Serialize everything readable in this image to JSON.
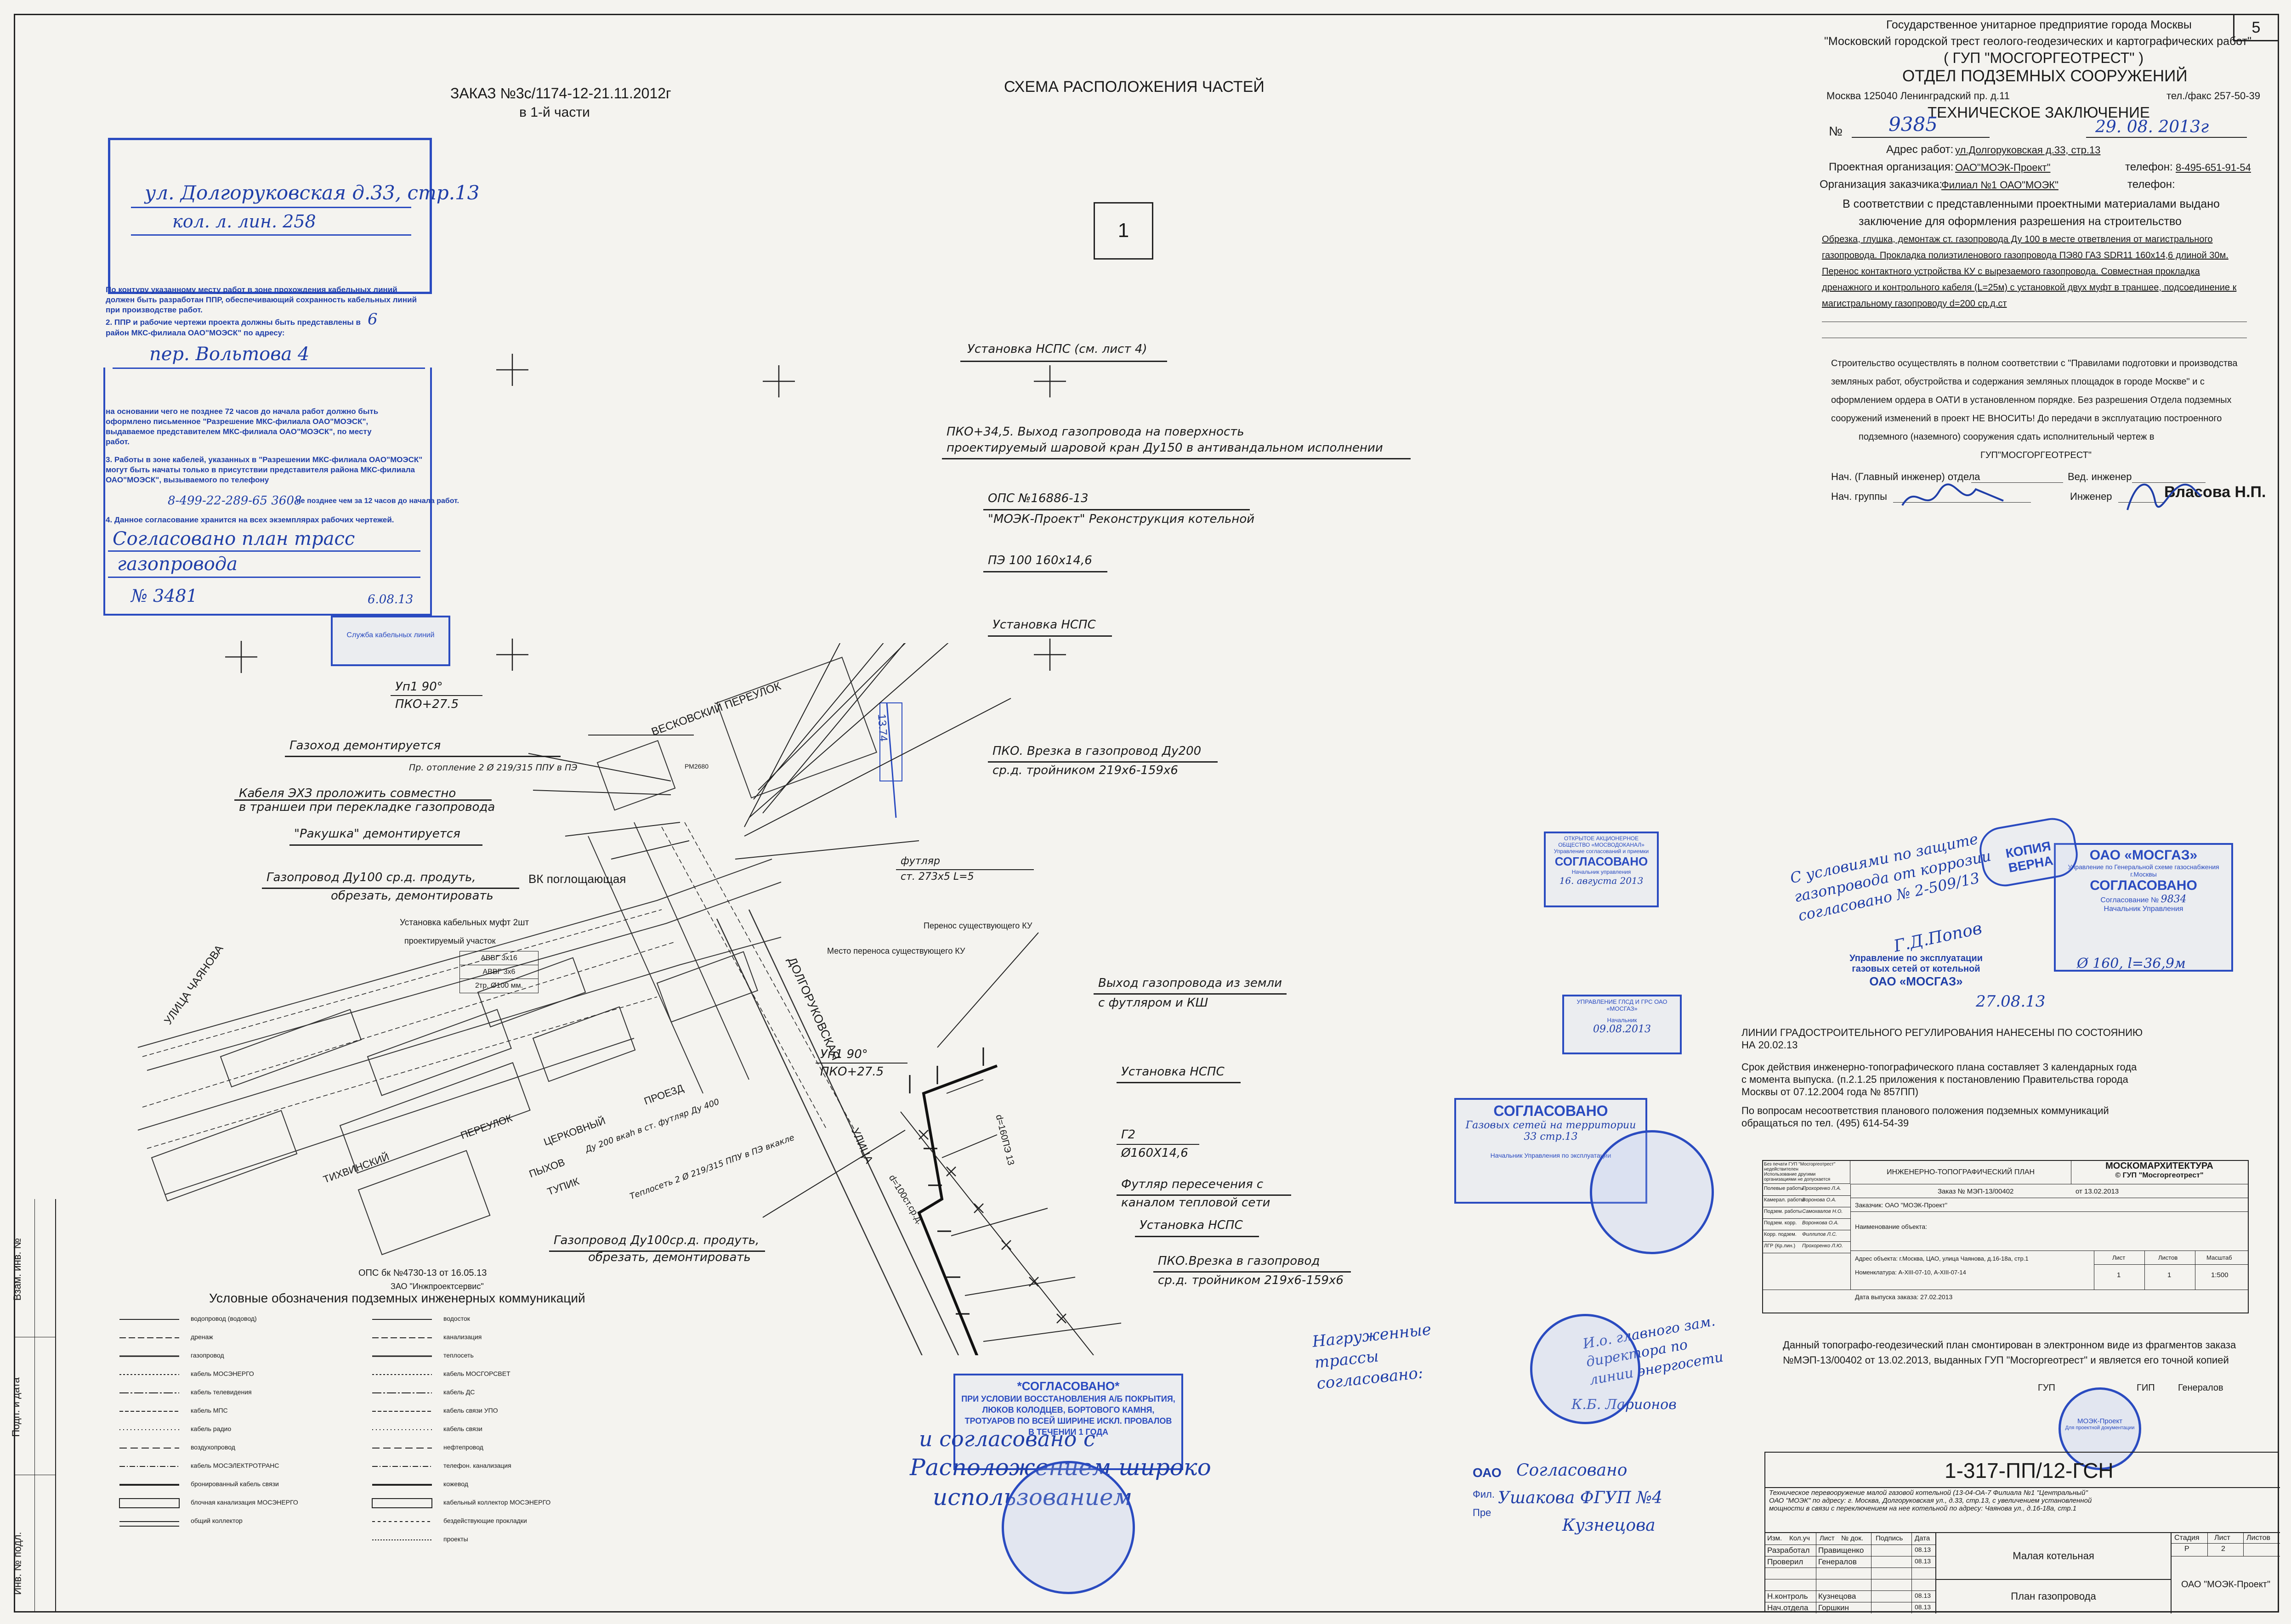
{
  "sheet_number": "5",
  "header_left": {
    "order": "ЗАКАЗ №3с/1174-12-21.11.2012г",
    "part": "в 1-й части"
  },
  "scheme_title": "СХЕМА РАСПОЛОЖЕНИЯ ЧАСТЕЙ",
  "part_box": "1",
  "org": {
    "line1": "Государственное унитарное предприятие города Москвы",
    "line2": "\"Московский городской трест геолого-геодезических и картографических работ\"",
    "line3": "( ГУП \"МОСГОРГЕОТРЕСТ\" )",
    "dept": "ОТДЕЛ ПОДЗЕМНЫХ СООРУЖЕНИЙ",
    "address": "Москва 125040 Ленинградский пр. д.11",
    "phone": "тел./факс 257-50-39",
    "conclusion": "ТЕХНИЧЕСКОЕ ЗАКЛЮЧЕНИЕ",
    "num_label": "№",
    "num_value": "9385",
    "date_value": "29. 08. 2013г",
    "work_addr_label": "Адрес работ:",
    "work_addr": "ул.Долгоруковская д.33, стр.13",
    "design_org_label": "Проектная организация:",
    "design_org": "ОАО\"МОЭК-Проект\"",
    "phone_label": "телефон:",
    "phone_value": "8-495-651-91-54",
    "customer_label": "Организация заказчика:",
    "customer": "Филиал №1 ОАО\"МОЭК\"",
    "phone_label2": "телефон:",
    "intro1": "В соответствии с представленными проектными материалами выдано",
    "intro2": "заключение для оформления разрешения на строительство",
    "body_lines": [
      "Обрезка, глушка, демонтаж ст. газопровода Ду 100 в месте ответвления от магистрального",
      "газопровода. Прокладка полиэтиленового газопровода ПЭ80 ГАЗ SDR11 160х14,6 длиной 30м.",
      "Перенос контактного устройства КУ с вырезаемого газопровода. Совместная прокладка",
      "дренажного и контрольного кабеля (L=25м) с установкой двух муфт в траншее, подсоединение к",
      "магистральному газопроводу d=200 ср.д.ст"
    ],
    "rules_lines": [
      "Строительство осуществлять в полном соответствии с \"Правилами подготовки и производства",
      "земляных работ, обустройства и содержания земляных площадок в городе Москве\" и с",
      "оформлением ордера в ОАТИ в установленном порядке. Без разрешения Отдела подземных",
      "сооружений изменений в проект НЕ ВНОСИТЬ! До передачи в эксплуатацию построенного",
      "подземного (наземного) сооружения сдать исполнительный чертеж в",
      "ГУП\"МОСГОРГЕОТРЕСТ\""
    ],
    "chief_label": "Нач. (Главный инженер) отдела",
    "lead_eng_label": "Вед. инженер",
    "group_label": "Нач. группы",
    "engineer_label": "Инженер",
    "engineer_name": "Власова Н.П."
  },
  "left_stamp": {
    "hw1": "ул. Долгоруковская д.33, стр.13",
    "hw2": "кол. л. лин. 258",
    "p1": "По контуру указанному месту работ в зоне прохождения кабельных линий должен быть разработан ППР, обеспечивающий сохранность кабельных линий при производстве работ.",
    "p2": "2. ППР и рабочие чертежи проекта должны быть представлены в",
    "p2_hw": "6",
    "p2_end": "район МКС-филиала ОАО\"МОЭСК\" по адресу:",
    "p2_addr_hw": "пер. Вольтова 4",
    "p3": "на основании чего не позднее 72 часов до начала работ должно быть оформлено письменное \"Разрешение МКС-филиала ОАО\"МОЭСК\", выдаваемое представителем МКС-филиала ОАО\"МОЭСК\", по месту работ.",
    "p4": "3. Работы в зоне кабелей, указанных в \"Разрешении МКС-филиала ОАО\"МОЭСК\" могут быть начаты только в присутствии представителя района МКС-филиала ОАО\"МОЭСК\", вызываемого по телефону",
    "p4_hw": "8-499-22-289-65 3608",
    "p4_end": "не позднее чем за 12 часов до начала работ.",
    "p5": "4. Данное согласование хранится на всех экземплярах рабочих чертежей.",
    "hw3": "Согласовано план трасс",
    "hw4": "газопровода",
    "hw5": "№ 3481",
    "small_stamp": "Служба кабельных линий",
    "sig_date": "6.08.13"
  },
  "map_labels": {
    "l1": "Установка НСПС (см. лист 4)",
    "l2a": "ПКО+34,5. Выход газопровода на поверхность",
    "l2b": "проектируемый шаровой кран Ду150 в антивандальном исполнении",
    "l3a": "ОПС №16886-13",
    "l3b": "\"МОЭК-Проект\" Реконструкция котельной",
    "l4": "ПЭ 100 160х14,6",
    "l5": "Установка НСПС",
    "l6a": "Уп1 90°",
    "l6b": "ПКО+27.5",
    "l7": "Газоход демонтируется",
    "l7b": "Пр. отопление 2 Ø 219/315 ППУ в ПЭ",
    "l8a": "Кабеля ЭХЗ проложить совместно",
    "l8b": "в траншеи при перекладке газопровода",
    "l9": "\"Ракушка\" демонтируется",
    "l10a": "Газопровод Ду100 ср.д. продуть,",
    "l10b": "обрезать, демонтировать",
    "l11": "ВК поглощающая",
    "l12a": "ПКО. Врезка в газопровод Ду200",
    "l12b": "ср.д. тройником 219х6-159х6",
    "l13a": "футляр",
    "l13b": "ст. 273х5 L=5",
    "l14": "Перенос существующего КУ",
    "l15": "Место переноса существующего КУ",
    "l16": "Установка кабельных муфт 2шт",
    "l17": "проектируемый участок",
    "l17a": "АВВГ 3х16",
    "l17b": "АВВГ 3х6",
    "l17c": "2тр. Ø100 мм.",
    "l18a": "Выход газопровода из земли",
    "l18b": "с футляром и КШ",
    "l19": "Установка НСПС",
    "l20a": "Уп1 90°",
    "l20b": "ПКО+27.5",
    "l21a": "Г2",
    "l21b": "Ø160Х14,6",
    "l22a": "Футляр пересечения с",
    "l22b": "каналом тепловой сети",
    "l23": "Установка НСПС",
    "l24a": "ПКО.Врезка в газопровод",
    "l24b": "ср.д. тройником 219х6-159х6",
    "l25a": "Газопровод Ду100ср.д. продуть,",
    "l25b": "обрезать, демонтировать",
    "street1": "ВЕСКОВСКИЙ ПЕРЕУЛОК",
    "street2": "ДОЛГОРУКОВСКАЯ",
    "street3": "УЛИЦА",
    "street4": "УЛИЦА ЧАЯНОВА",
    "street5": "ТИХВИНСКИЙ",
    "street6": "ПЕРЕУЛОК",
    "street7": "ПЫХОВ",
    "street8": "ТУПИК",
    "street9": "ЦЕРКОВНЫЙ",
    "street10": "ПРОЕЗД",
    "dim": "13.74",
    "pipe1": "d=160ПЭ 13",
    "pipe2": "d=100ст.ср.д.",
    "ops": "ОПС бк №4730-13 от 16.05.13",
    "ops2": "ЗАО \"Инжпроектсервис\"",
    "lab_rm": "РМ2680",
    "lab_b1": "Ду 200 вкаh в ст. футляр Ду 400",
    "lab_b2": "Теплосеть 2 Ø 219/315 ППУ в ПЭ вкакле"
  },
  "legend": {
    "title": "Условные обозначения подземных инженерных коммуникаций",
    "left": [
      "водопровод (водовод)",
      "дренаж",
      "газопровод",
      "кабель МОСЭНЕРГО",
      "кабель телевидения",
      "кабель МПС",
      "кабель радио",
      "воздухопровод",
      "кабель МОСЭЛЕКТРОТРАНС",
      "бронированный кабель связи",
      "блочная канализация МОСЭНЕРГО",
      "общий коллектор"
    ],
    "right": [
      "водосток",
      "канализация",
      "теплосеть",
      "кабель МОСГОРСВЕТ",
      "кабель ДС",
      "кабель связи УПО",
      "кабель связи",
      "нефтепровод",
      "телефон. канализация",
      "кожевод",
      "кабельный коллектор МОСЭНЕРГО",
      "бездействующие прокладки",
      "проекты"
    ]
  },
  "mid_right": {
    "l1": "ЛИНИИ ГРАДОСТРОИТЕЛЬНОГО РЕГУЛИРОВАНИЯ НАНЕСЕНЫ ПО СОСТОЯНИЮ",
    "l2": "НА  20.02.13",
    "l3": "Срок действия инженерно-топографического плана составляет 3 календарных года",
    "l4": "с момента выпуска. (п.2.1.25 приложения к постановлению Правительства города",
    "l5": "Москвы от 07.12.2004 года № 857ПП)",
    "l6": "По вопросам несоответствия планового положения подземных коммуникаций",
    "l7": "обращаться по тел. (495) 614-54-39"
  },
  "topo_table": {
    "c1": "Без печати ГУП \"Мосгоргеотрест\" недействителен",
    "c1b": "Использование другими организациями не допускается",
    "c2": "ИНЖЕНЕРНО-ТОПОГРАФИЧЕСКИЙ ПЛАН",
    "c3": "МОСКОМАРХИТЕКТУРА",
    "c3b": "© ГУП \"Мосгоргеотрест\"",
    "order": "Заказ № МЭП-13/00402",
    "order_date": "от  13.02.2013",
    "customer": "Заказчик: ОАО \"МОЭК-Проект\"",
    "object": "Наименование объекта:",
    "address": "Адрес объекта: г.Москва, ЦАО, улица Чаянова, д.16-18а, стр.1",
    "nomen": "Номенклатура: А-XIII-07-10, А-XIII-07-14",
    "issue": "Дата выпуска заказа: 27.02.2013",
    "sheet_h": "Лист",
    "sheets_h": "Листов",
    "scale_h": "Масштаб",
    "sheet": "1",
    "sheets": "1",
    "scale": "1:500",
    "roles": [
      [
        "Полевые работы",
        "Прохоренко Л.А."
      ],
      [
        "Камерал. работы",
        "Воронова О.А."
      ],
      [
        "Подзем. работы",
        "Самохвалов Н.О."
      ],
      [
        "Подзем. корр.",
        "Воронкова О.А."
      ],
      [
        "Корр. подзем.",
        "Филлипов Л.С."
      ],
      [
        "ЛГР (Кр.лин.)",
        "Прохоренко Л.Ю."
      ]
    ]
  },
  "bottom_note": {
    "l1": "Данный топографо-геодезический план смонтирован в электронном виде из фрагментов заказа",
    "l2": "№МЭП-13/00402 от 13.02.2013, выданных ГУП \"Мосгоргеотрест\" и является его точной копией",
    "l3": "ГУП",
    "l4": "ГИП",
    "l5": "Генералов"
  },
  "title_block": {
    "code": "1-317-ПП/12-ГСН",
    "desc1": "Техническое перевооружение малой газовой котельной (13-04-ОА-7 Филиала №1 \"Центральный\"",
    "desc2": "ОАО \"МОЭК\" по адресу: г. Москва, Долгоруковская ул., д.33, стр.13, с увеличением установленной",
    "desc3": "мощности в связи с переключением на нее котельной по адресу: Чаянова ул., д.16-18а, стр.1",
    "hdr": [
      "Изм.",
      "Кол.уч",
      "Лист",
      "№ док.",
      "Подпись",
      "Дата"
    ],
    "rows": [
      [
        "Разработал",
        "Правищенко",
        "",
        "08.13"
      ],
      [
        "Проверил",
        "Генералов",
        "",
        "08.13"
      ],
      [
        "",
        "",
        "",
        ""
      ],
      [
        "",
        "",
        "",
        ""
      ],
      [
        "Н.контроль",
        "Кузнецова",
        "",
        "08.13"
      ],
      [
        "Нач.отдела",
        "Горшкин",
        "",
        "08.13"
      ]
    ],
    "stage_h": "Стадия",
    "sheet_h": "Лист",
    "sheets_h": "Листов",
    "stage": "Р",
    "sheet": "2",
    "sheets": "",
    "building": "Малая котельная",
    "plan": "План газопровода",
    "company": "ОАО \"МОЭК-Проект\""
  },
  "side_strip": {
    "a": "Инв. № подл.",
    "b": "Подп. и дата",
    "c": "Взам. инв. №"
  },
  "stamps": {
    "agreed_big_title": "*СОГЛАСОВАНО*",
    "agreed_big_text": "ПРИ УСЛОВИИ ВОССТАНОВЛЕНИЯ А/Б ПОКРЫТИЯ, ЛЮКОВ КОЛОДЦЕВ, БОРТОВОГО КАМНЯ, ТРОТУАРОВ ПО ВСЕЙ ШИРИНЕ ИСКЛ. ПРОВАЛОВ В ТЕЧЕНИИ 1 ГОДА",
    "hw_bottom1": "и согласовано с",
    "hw_bottom2": "Расположением широко",
    "hw_bottom3": "использованием",
    "mosgaz_t1": "ОАО «МОСГАЗ»",
    "mosgaz_t2": "Управление по Генеральной схеме газоснабжения г.Москвы",
    "mosgaz_t3": "СОГЛАСОВАНО",
    "mosgaz_t4": "Согласование №",
    "mosgaz_no": "9834",
    "mosgaz_t5": "Начальник Управления",
    "mosgaz_h1": "Управление по эксплуатации газовых сетей от котельной",
    "mosgaz_h2": "ОАО «МОСГАЗ»",
    "verna": "КОПИЯ ВЕРНА",
    "hw_mosgaz": "С условиями по защите газопровода от коррозии согласовано № 2-509/13",
    "hw_mosgaz2": "Г.Д.Попов",
    "hw_mosgaz3": "Ø 160, l=36,9м",
    "hw_mosgaz4": "27.08.13",
    "mosvodo_t": "ОТКРЫТОЕ АКЦИОНЕРНОЕ ОБЩЕСТВО «МОСВОДОКАНАЛ»",
    "mosvodo_t2": "Управление согласований и приемки",
    "mosvodo_t3": "СОГЛАСОВАНО",
    "mosvodo_t4": "Начальник управления",
    "mosvodo_date": "16. августа 2013",
    "upr_t": "УПРАВЛЕНИЕ ГЛСД И ГРС ОАО «МОСГАЗ»",
    "upr_t2": "Начальник",
    "upr_date": "09.08.2013",
    "agreed_mid": "СОГЛАСОВАНО",
    "agreed_mid_hw": "Газовых сетей на территории",
    "agreed_mid_hw2": "33 стр.13",
    "agreed_mid_t2": "Начальник Управления по эксплуатации",
    "hw_agreed": "Нагруженные трассы согласовано:",
    "hw_agreed2": "И.о. главного зам. директора по линии энергосети",
    "hw_agreed3": "К.Б. Ларионов",
    "oao": "ОАО",
    "oao2": "Фил.",
    "oao3": "Пре",
    "hw_oao": "Согласовано",
    "hw_oao2": "Ушакова ФГУП №4",
    "hw_oao3": "Кузнецова",
    "moek_stamp": "МОЭК-Проект",
    "moek_stamp2": "Для проектной документации"
  }
}
